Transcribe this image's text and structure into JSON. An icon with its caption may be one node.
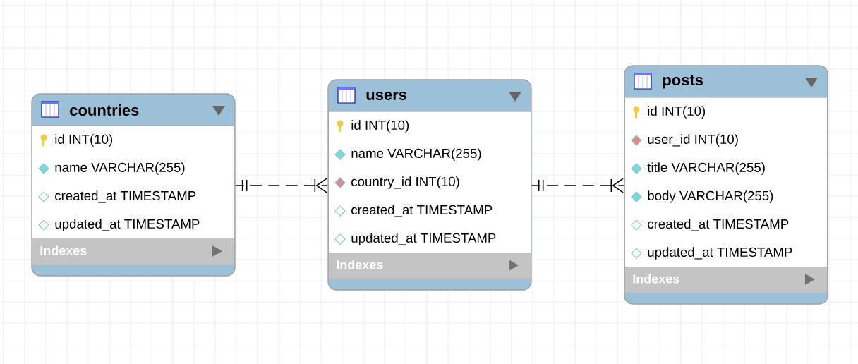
{
  "diagram": {
    "nodes": [
      {
        "text": [
          "countries",
          "id INT(10)",
          "name VARCHAR(255)",
          "created_at TIMESTAMP",
          "updated_at TIMESTAMP",
          "Indexes"
        ]
      },
      {
        "text": [
          "users",
          "id INT(10)",
          "name VARCHAR(255)",
          "country_id INT(10)",
          "created_at TIMESTAMP",
          "updated_at TIMESTAMP",
          "Indexes"
        ]
      },
      {
        "text": [
          "posts",
          "id INT(10)",
          "user_id INT(10)",
          "title VARCHAR(255)",
          "body VARCHAR(255)",
          "created_at TIMESTAMP",
          "updated_at TIMESTAMP",
          "Indexes"
        ]
      }
    ],
    "edges": [
      {
        "from": 0,
        "to": 1,
        "arrow": "other",
        "style": "dashed"
      },
      {
        "from": 1,
        "to": 2,
        "arrow": "other",
        "style": "dashed"
      }
    ]
  }
}
